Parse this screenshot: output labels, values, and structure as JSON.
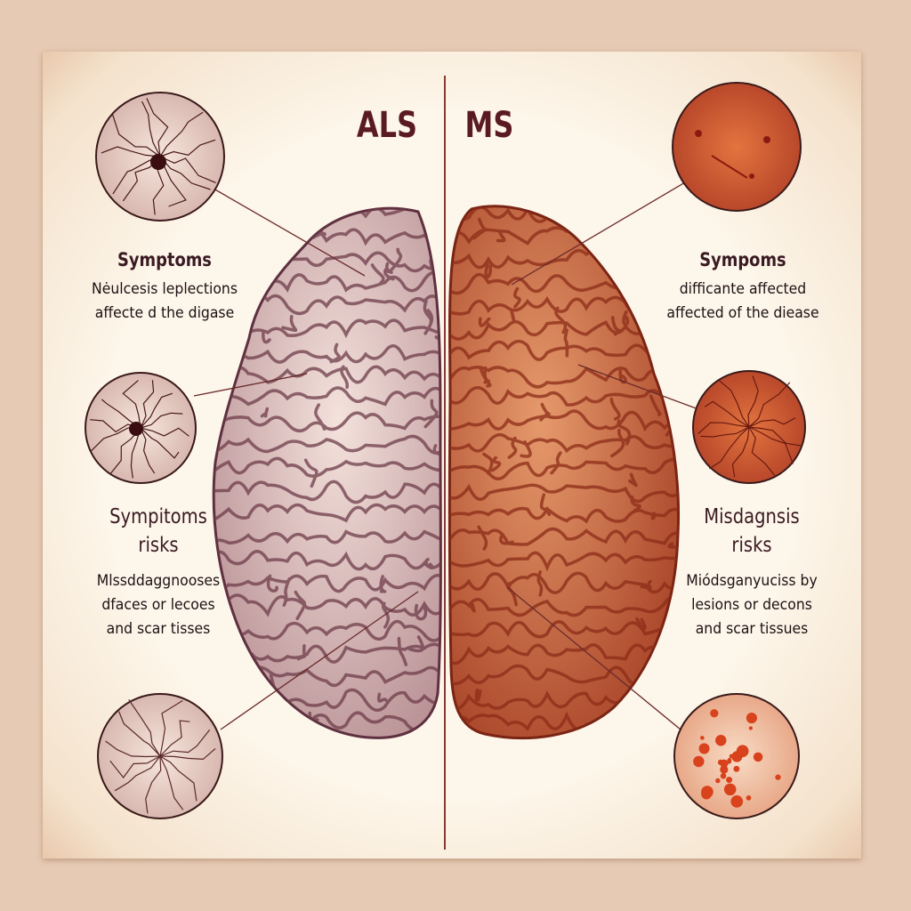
{
  "titles": {
    "left": "ALS",
    "right": "MS"
  },
  "left": {
    "section1": {
      "heading": "Symptoms",
      "lines": [
        "Nėulcesis leplections",
        "affecte  d the digase"
      ]
    },
    "section2": {
      "heading": "Sympitoms",
      "subheading": "risks",
      "lines": [
        "Mlssddaggnooses",
        "dfaces or lecoes",
        "and scar tisses"
      ]
    }
  },
  "right": {
    "section1": {
      "heading": "Sympoms",
      "lines": [
        "difficante affected",
        "affected of the diease"
      ]
    },
    "section2": {
      "heading": "Misdagnsis",
      "subheading": "risks",
      "lines": [
        "Miódsganyuciss by",
        "lesions or decons",
        "and scar tissues"
      ]
    }
  },
  "colors": {
    "als_brain": "#dcbcb6",
    "als_stroke": "#6e3c4a",
    "ms_brain": "#c8683f",
    "ms_stroke": "#8c2c18",
    "divider": "#8a3a30"
  }
}
